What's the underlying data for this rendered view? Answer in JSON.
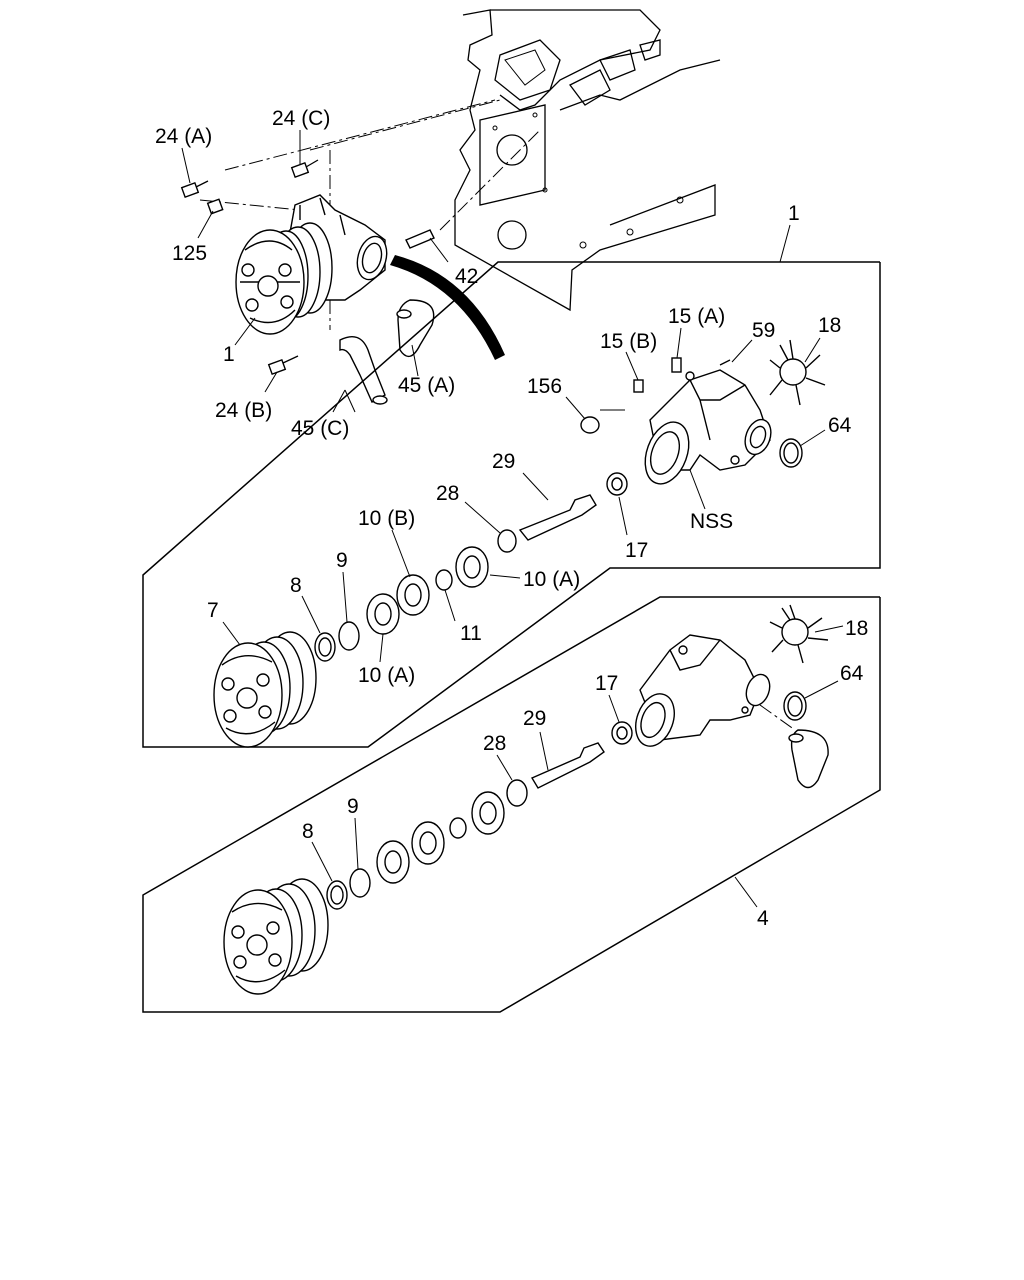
{
  "callouts": {
    "l_24a": "24 (A)",
    "l_24c": "24 (C)",
    "l_125": "125",
    "l_42": "42",
    "l_1_top": "1",
    "l_1_left": "1",
    "l_24b": "24 (B)",
    "l_45c": "45 (C)",
    "l_45a": "45 (A)",
    "l_15a": "15 (A)",
    "l_15b": "15 (B)",
    "l_59": "59",
    "l_18_top": "18",
    "l_156": "156",
    "l_64_top": "64",
    "l_29_top": "29",
    "l_28_top": "28",
    "l_nss": "NSS",
    "l_17_top": "17",
    "l_10b": "10 (B)",
    "l_10a_right": "10 (A)",
    "l_9_top": "9",
    "l_8_top": "8",
    "l_7": "7",
    "l_11": "11",
    "l_10a_bottom": "10 (A)",
    "l_18_low": "18",
    "l_64_low": "64",
    "l_17_low": "17",
    "l_29_low": "29",
    "l_28_low": "28",
    "l_9_low": "9",
    "l_8_low": "8",
    "l_4": "4"
  }
}
